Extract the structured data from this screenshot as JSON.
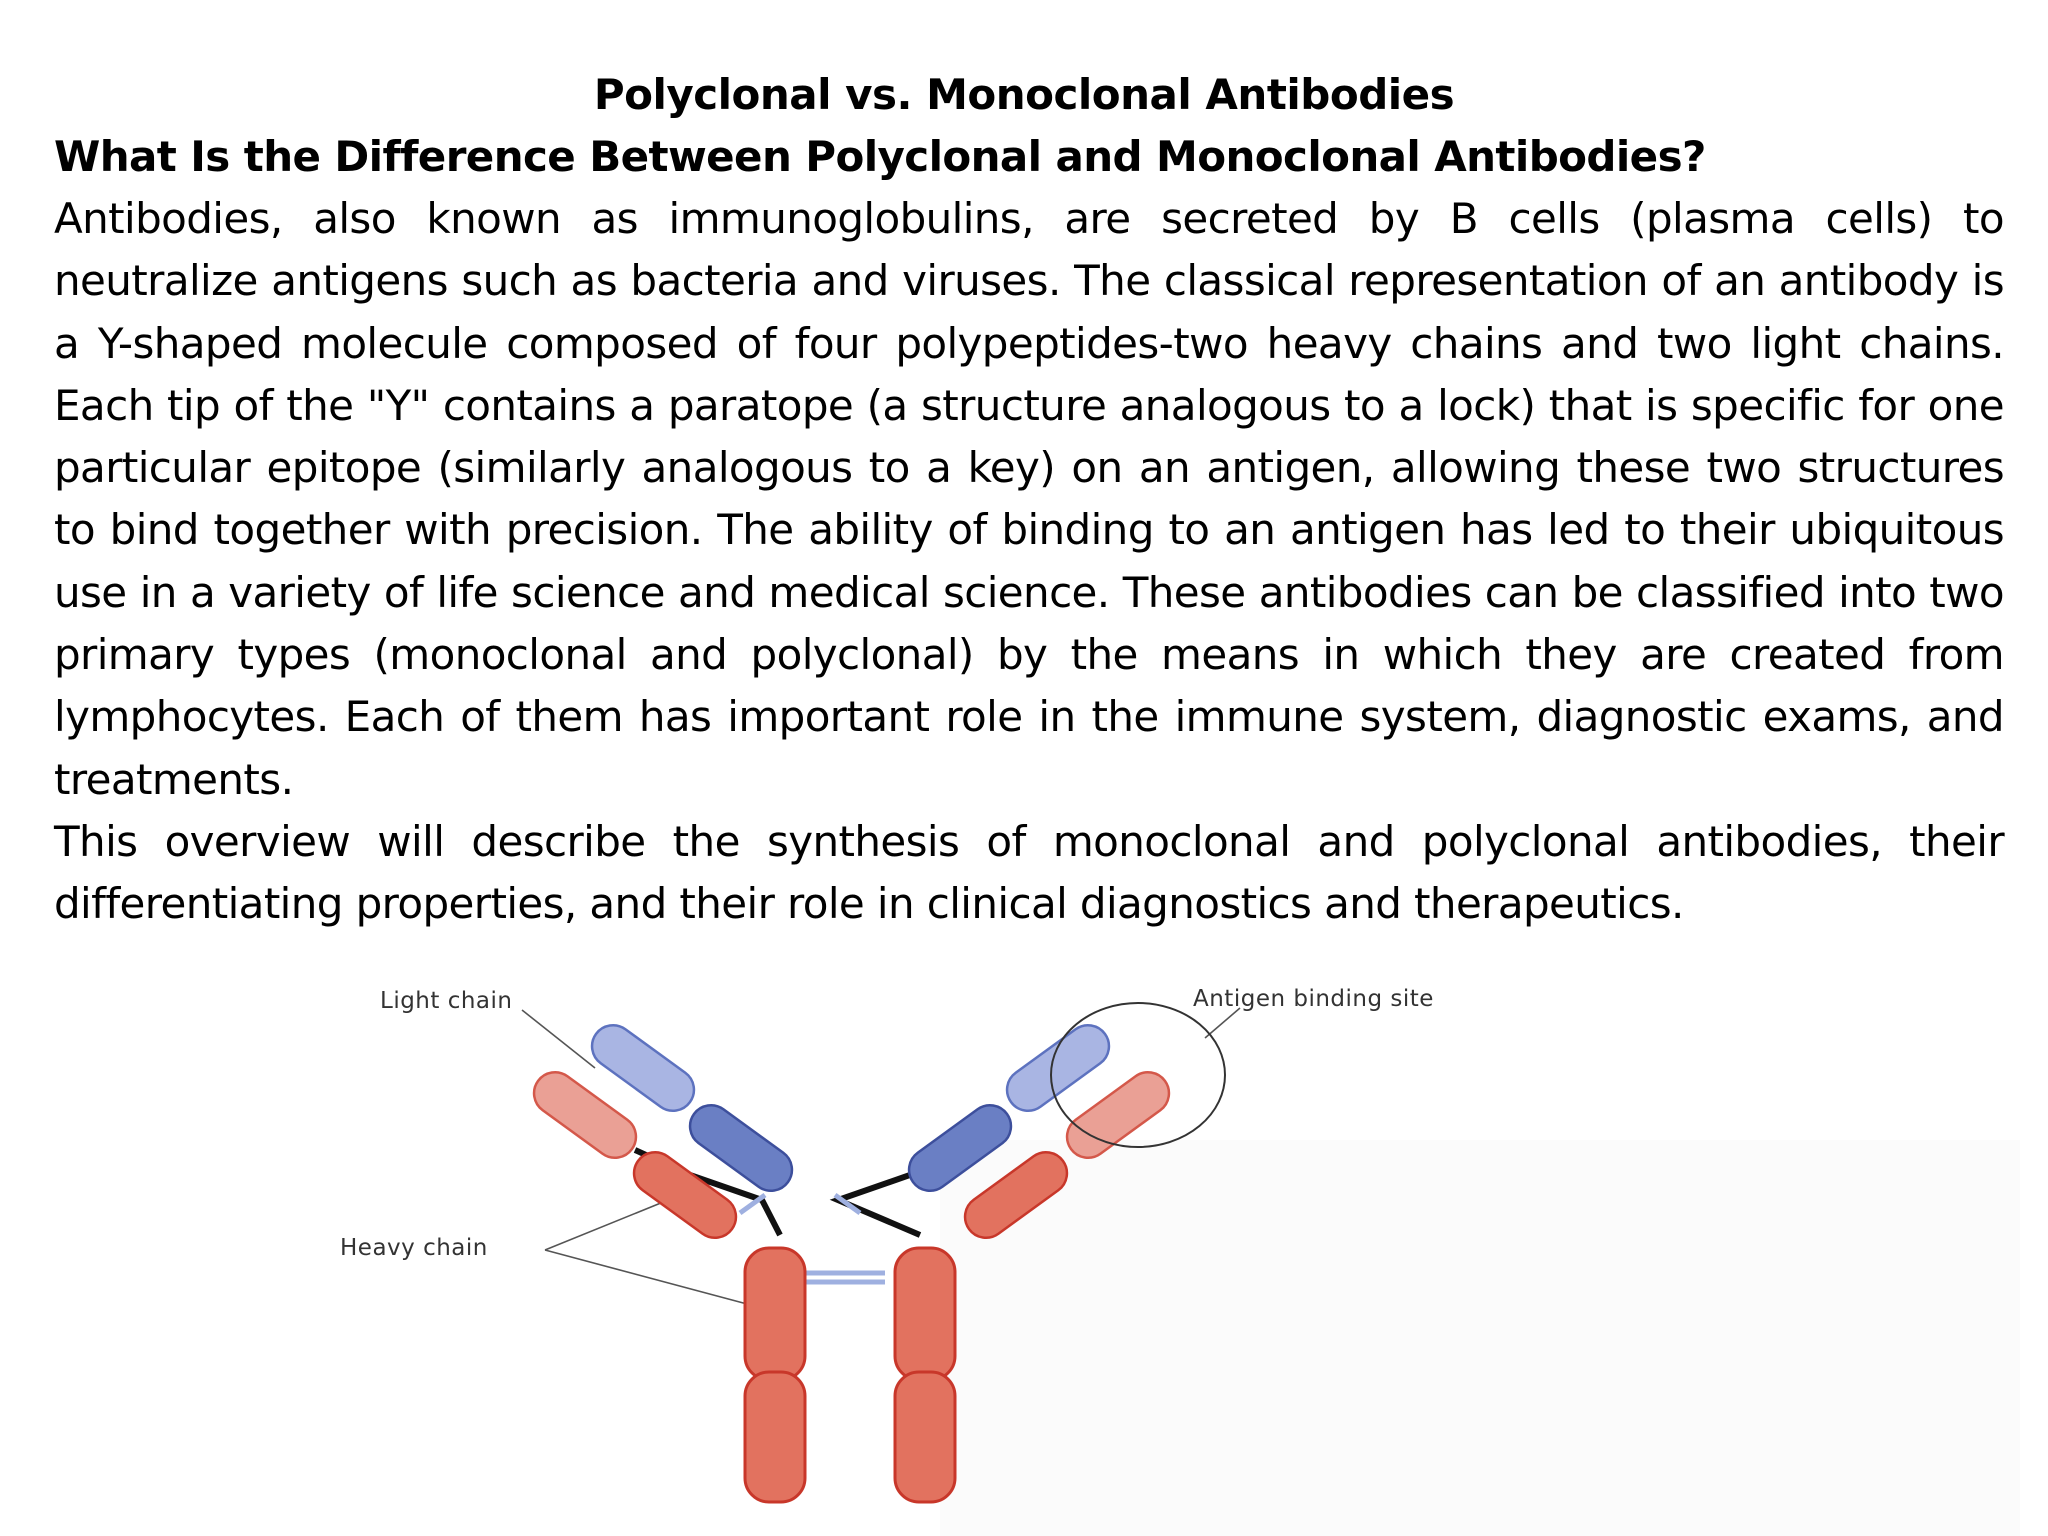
{
  "document": {
    "title": "Polyclonal vs. Monoclonal Antibodies",
    "heading": "What Is the Difference Between Polyclonal and Monoclonal Antibodies?",
    "paragraphs": [
      "Antibodies, also known as immunoglobulins, are secreted by B cells (plasma cells) to neutralize antigens such as bacteria and viruses. The classical representation of an antibody is a Y-shaped molecule composed of four polypeptides-two heavy chains and two light chains. Each tip of the \"Y\" contains a paratope (a structure analogous to a lock) that is specific for one particular epitope (similarly analogous to a key) on an antigen, allowing these two structures to bind together with precision. The ability of binding to an antigen has led to their ubiquitous use in a variety of life science and medical science. These antibodies can be classified into two primary types (monoclonal and polyclonal) by the means in which they are created from lymphocytes. Each of them has important role in the immune system, diagnostic exams, and treatments.",
      "This overview will describe the synthesis of monoclonal and polyclonal antibodies, their differentiating properties, and their role in clinical diagnostics and therapeutics."
    ]
  },
  "figure": {
    "labels": {
      "light_chain": "Light chain",
      "antigen_binding_site": "Antigen binding site",
      "heavy_chain": "Heavy chain"
    },
    "colors": {
      "heavy_chain_fill": "#e2725f",
      "heavy_chain_light_fill": "#eaa095",
      "heavy_chain_stroke": "#c8372a",
      "light_chain_dark_fill": "#6a7fc4",
      "light_chain_light_fill": "#a9b5e3",
      "light_chain_stroke": "#3d4f9c",
      "hinge": "#111111",
      "disulfide": "#9fb0e0"
    }
  }
}
